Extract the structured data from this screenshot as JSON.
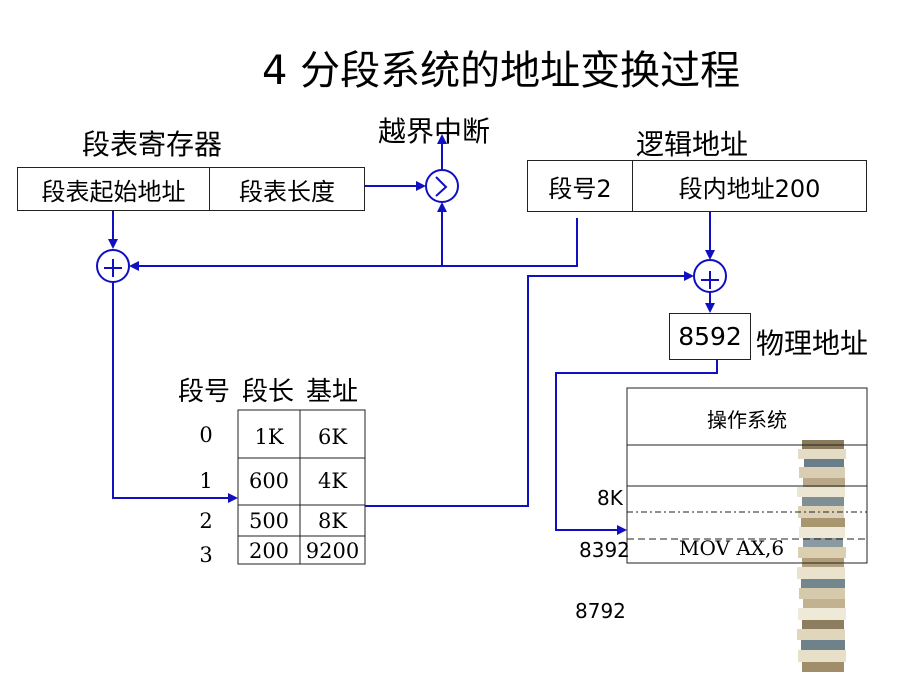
{
  "title": "4 分段系统的地址变换过程",
  "register": {
    "label": "段表寄存器",
    "start_address": "段表起始地址",
    "length": "段表长度"
  },
  "interrupt": {
    "label": "越界中断"
  },
  "logical": {
    "label": "逻辑地址",
    "segment_no": "段号2",
    "offset": "段内地址200"
  },
  "physical": {
    "value": "8592",
    "label": "物理地址"
  },
  "table": {
    "headers": [
      "段号",
      "段长",
      "基址"
    ],
    "rows": [
      {
        "seg": "0",
        "len": "1K",
        "base": "6K"
      },
      {
        "seg": "1",
        "len": "600",
        "base": "4K"
      },
      {
        "seg": "2",
        "len": "500",
        "base": "8K"
      },
      {
        "seg": "3",
        "len": "200",
        "base": "9200"
      }
    ]
  },
  "memory": {
    "os": "操作系统",
    "instruction": "MOV AX,6",
    "addr_8k": "8K",
    "addr_8392": "8392",
    "addr_8792": "8792"
  },
  "colors": {
    "arrow": "#1010c0",
    "border": "#222222",
    "book_light": "#e8e0cc",
    "book_dark": "#6a7d8a"
  }
}
